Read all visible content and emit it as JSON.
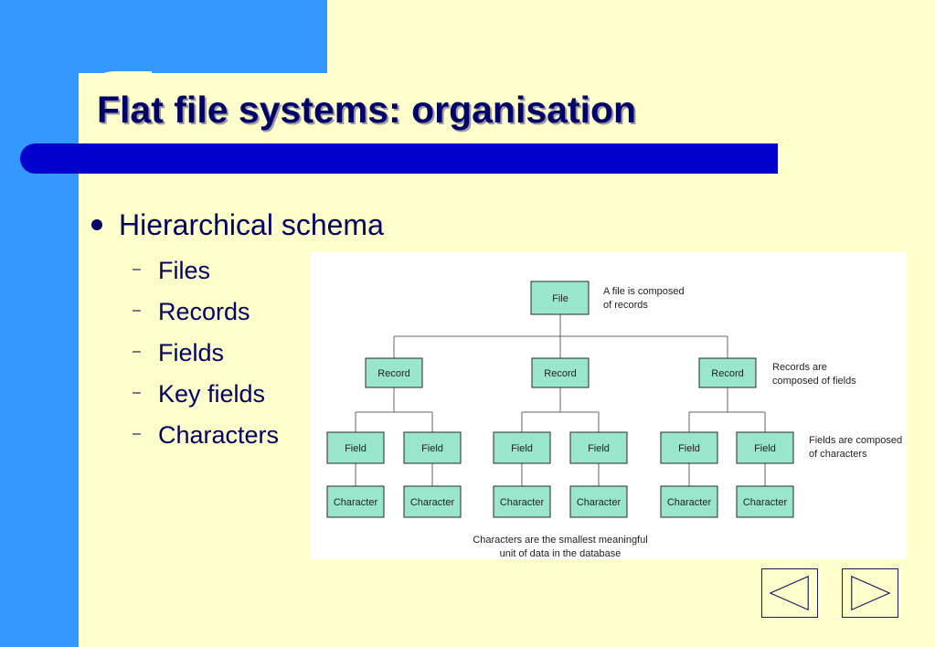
{
  "slide": {
    "title": "Flat file systems: organisation",
    "bullet": "Hierarchical schema",
    "sub_items": [
      "Files",
      "Records",
      "Fields",
      "Key fields",
      "Characters"
    ],
    "colors": {
      "background_blue": "#3399ff",
      "content_cream": "#ffffcc",
      "title_bar": "#0000cc",
      "text_navy": "#000066",
      "node_fill": "#99e6cc"
    }
  },
  "diagram": {
    "file_label": "File",
    "file_note": [
      "A file is composed",
      "of records"
    ],
    "record_label": "Record",
    "record_note": [
      "Records are",
      "composed of fields"
    ],
    "field_label": "Field",
    "field_note": [
      "Fields are composed",
      "of characters"
    ],
    "character_label": "Character",
    "bottom_note": [
      "Characters are the smallest meaningful",
      "unit of data in the database"
    ]
  },
  "nav": {
    "prev_icon": "triangle-left-icon",
    "next_icon": "triangle-right-icon"
  }
}
